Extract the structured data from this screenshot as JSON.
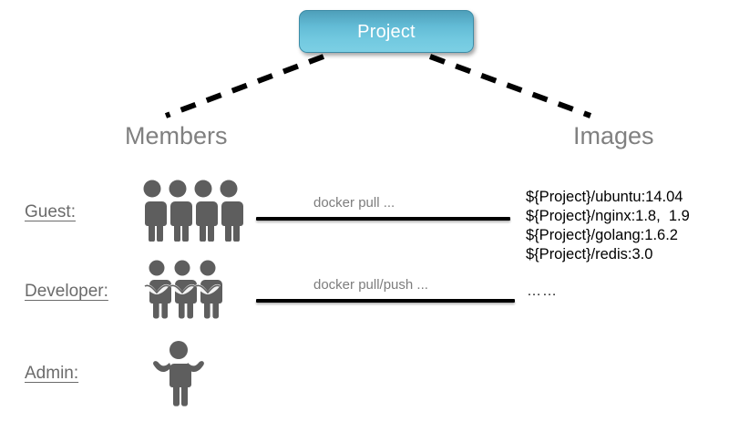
{
  "diagram": {
    "title_node": {
      "label": "Project",
      "fill_top": "#4e9fba",
      "fill_bottom": "#7ccfe4",
      "text_color": "#ffffff"
    },
    "columns": {
      "members_header": "Members",
      "images_header": "Images",
      "header_color": "#808080"
    },
    "roles": [
      {
        "label": "Guest:",
        "figure_count": 4,
        "figure_style": "standing"
      },
      {
        "label": "Developer:",
        "figure_count": 3,
        "figure_style": "arms-crossed"
      },
      {
        "label": "Admin:",
        "figure_count": 1,
        "figure_style": "arms-raised"
      }
    ],
    "role_color": "#6b6b6b",
    "figure_color": "#5e5e5e",
    "actions": [
      {
        "label": "docker pull ...",
        "line_color": "#000000"
      },
      {
        "label": "docker pull/push ...",
        "line_color": "#000000"
      }
    ],
    "action_label_color": "#7d7d7d",
    "images": [
      "${Project}/ubuntu:14.04",
      "${Project}/nginx:1.8,  1.9",
      "${Project}/golang:1.6.2",
      "${Project}/redis:3.0"
    ],
    "images_more": "……"
  }
}
